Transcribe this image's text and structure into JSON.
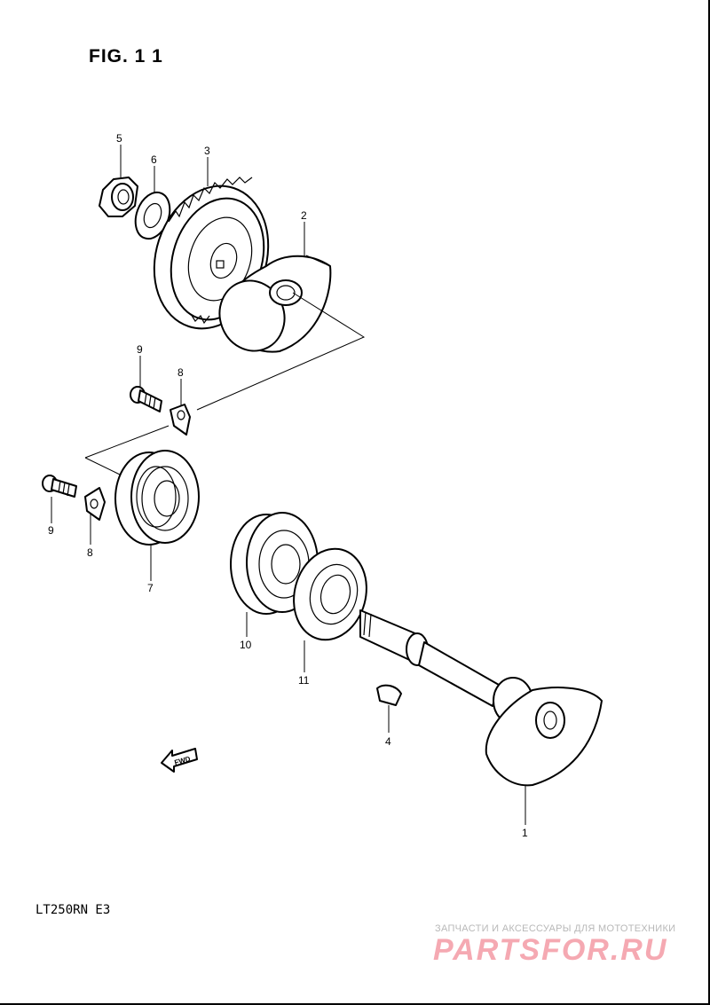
{
  "figure": {
    "title": "FIG. 1 1"
  },
  "model": {
    "label": "LT250RN E3"
  },
  "watermark": {
    "tagline": "ЗАПЧАСТИ И АКСЕССУАРЫ ДЛЯ МОТОТЕХНИКИ",
    "logo": "PARTSFOR.RU"
  },
  "arrow": {
    "label": "FWD"
  },
  "callouts": {
    "c1": "1",
    "c2": "2",
    "c3": "3",
    "c4": "4",
    "c5": "5",
    "c6": "6",
    "c7": "7",
    "c8a": "8",
    "c8b": "8",
    "c9a": "9",
    "c9b": "9",
    "c10": "10",
    "c11": "11"
  }
}
